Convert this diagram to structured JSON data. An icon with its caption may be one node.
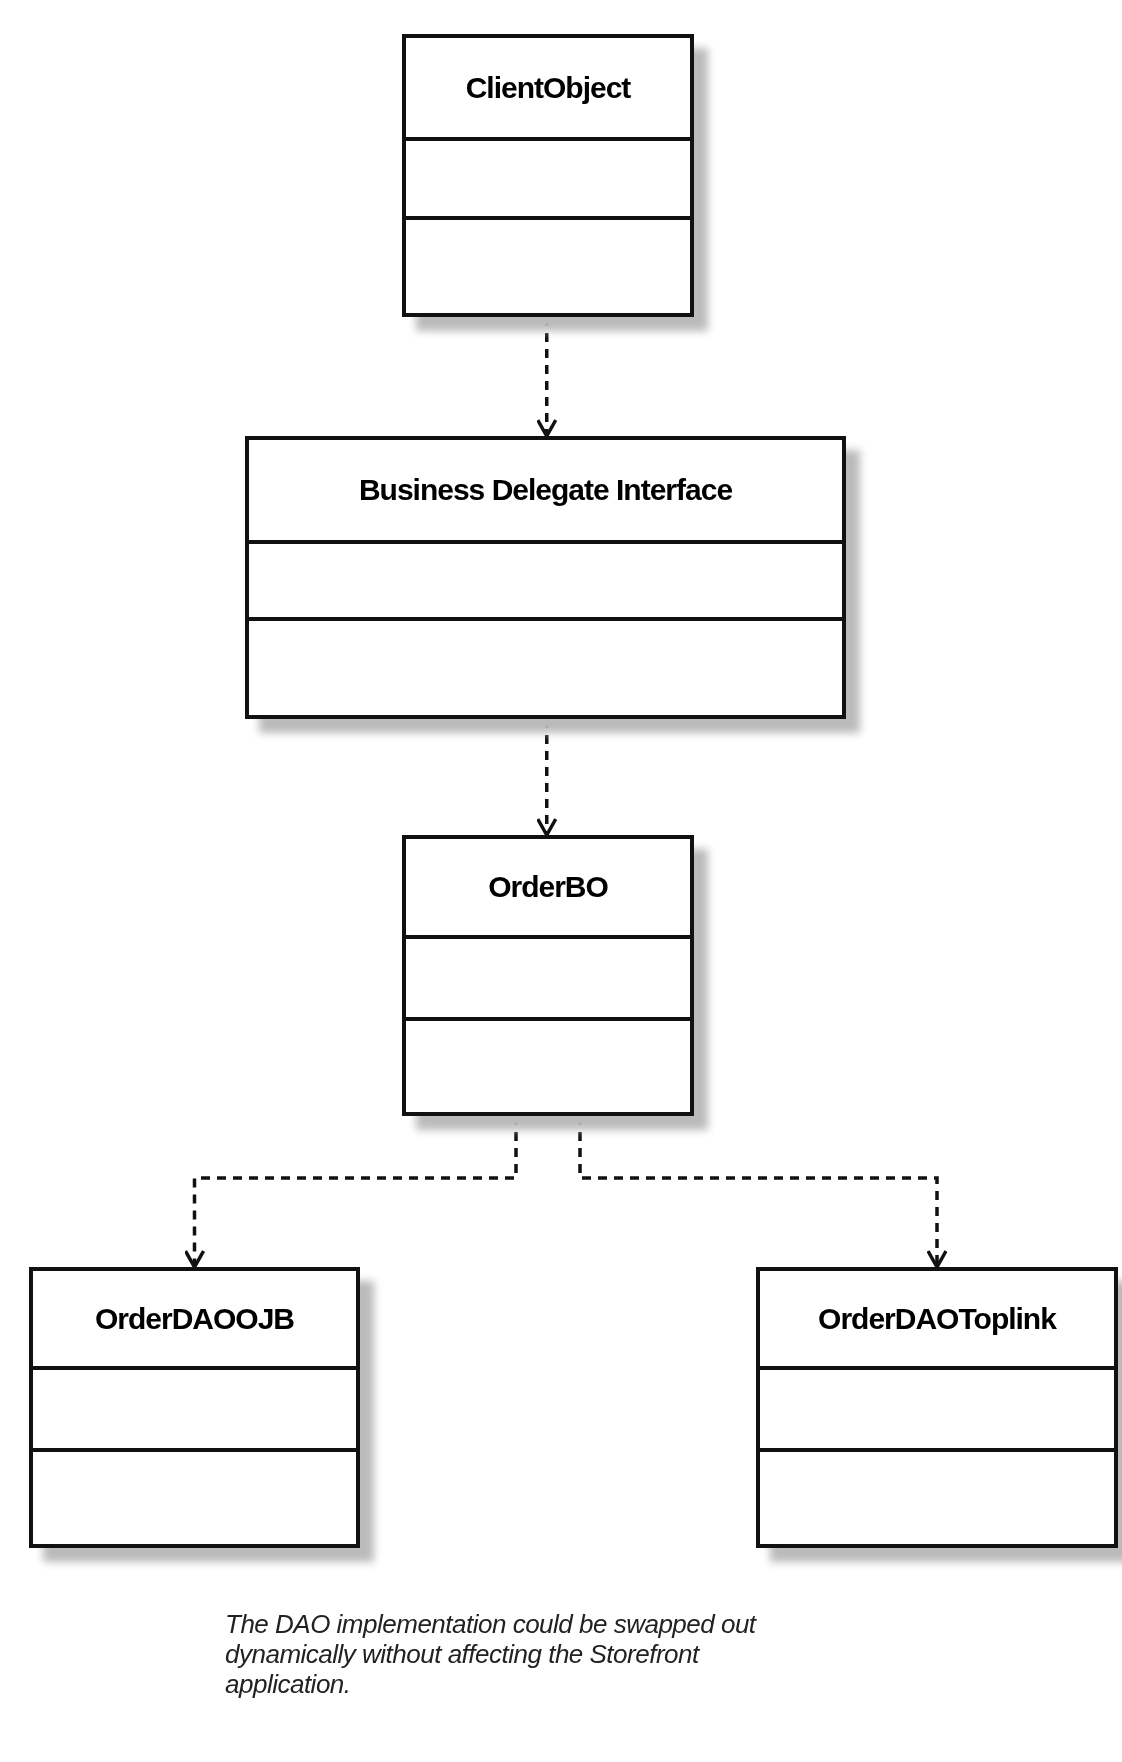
{
  "diagram": {
    "caption": "The DAO implementation could be swapped out dynamically without affecting the Storefront application.",
    "nodes": [
      {
        "text": [
          "ClientObject"
        ]
      },
      {
        "text": [
          "Business Delegate Interface"
        ]
      },
      {
        "text": [
          "OrderBO"
        ]
      },
      {
        "text": [
          "OrderDAOOJB"
        ]
      },
      {
        "text": [
          "OrderDAOToplink"
        ]
      }
    ],
    "edges": [
      {
        "from": 0,
        "to": 1,
        "arrow": "to",
        "style": "dashed"
      },
      {
        "from": 1,
        "to": 2,
        "arrow": "to",
        "style": "dashed"
      },
      {
        "from": 2,
        "to": 3,
        "arrow": "to",
        "style": "dashed"
      },
      {
        "from": 2,
        "to": 4,
        "arrow": "to",
        "style": "dashed"
      }
    ]
  }
}
